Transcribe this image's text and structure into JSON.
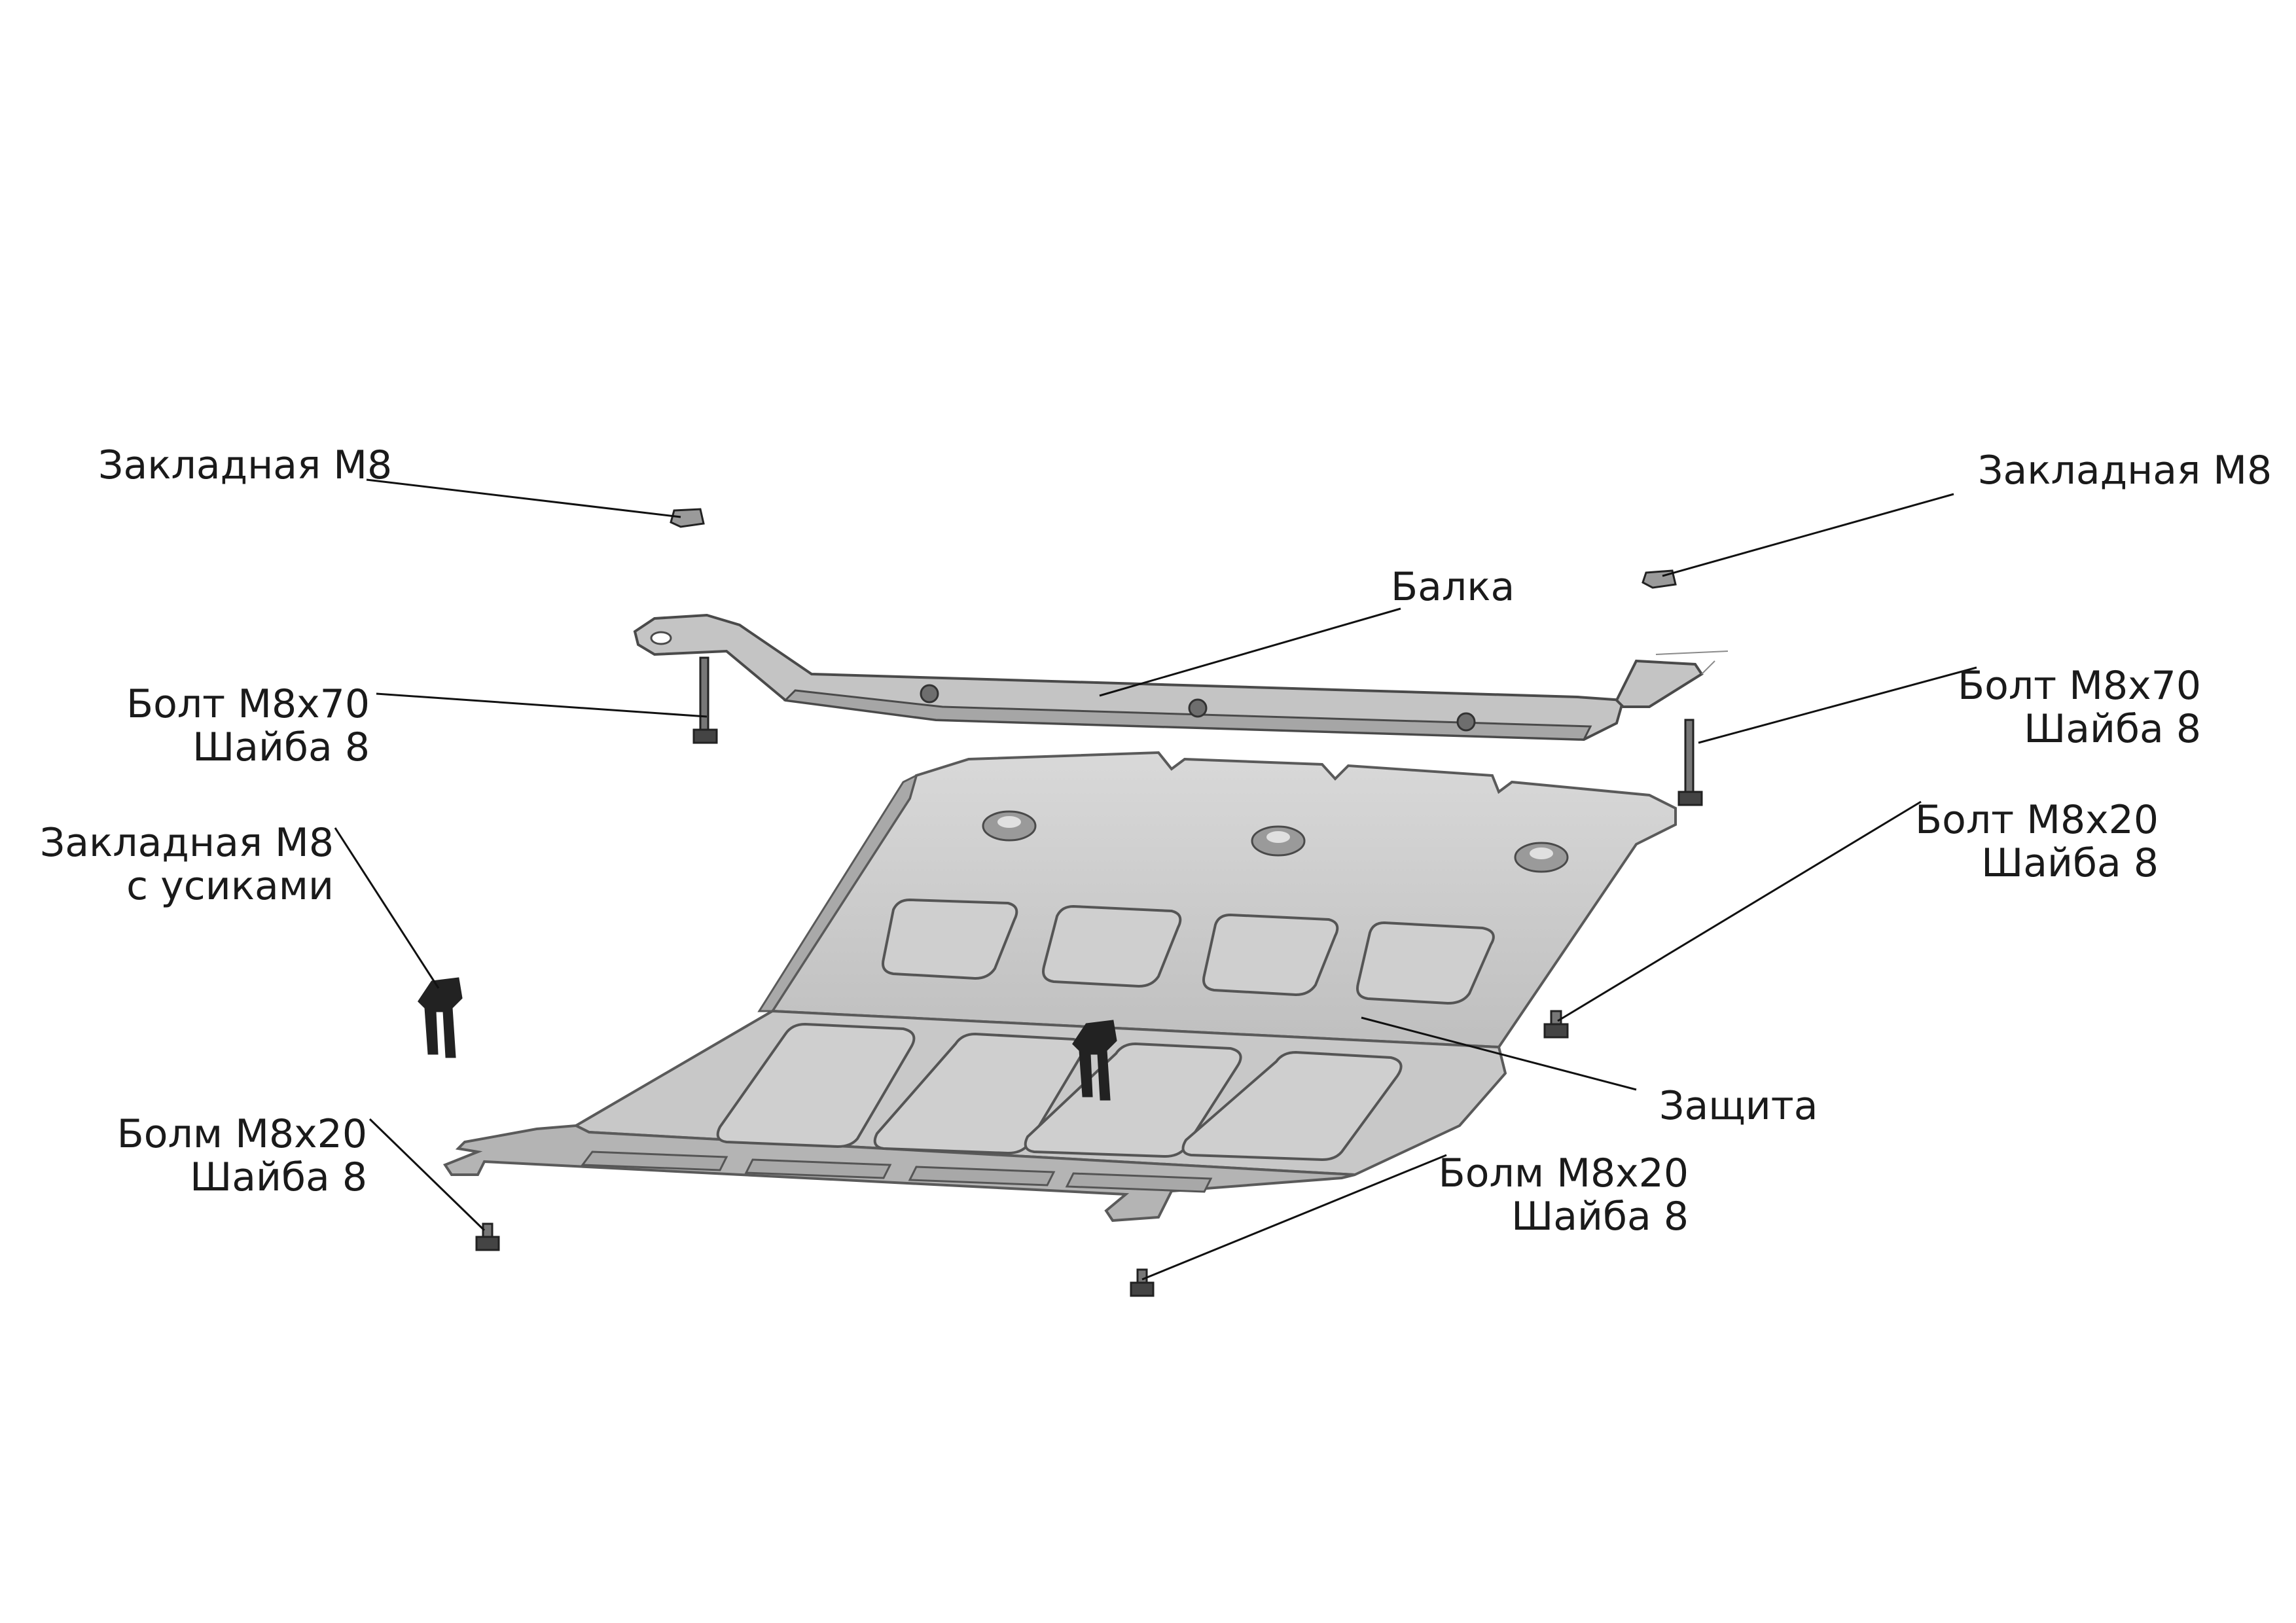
{
  "labels": {
    "insert_tl": "Закладная М8",
    "insert_tr": "Закладная М8",
    "beam": "Балка",
    "bolt70_left": {
      "line1": "Болт М8х70",
      "line2": "Шайба 8"
    },
    "bolt70_right": {
      "line1": "Болт М8х70",
      "line2": "Шайба 8"
    },
    "insert_whiskers": {
      "line1": "Закладная М8",
      "line2": "с усиками"
    },
    "bolt20_right": {
      "line1": "Болт М8х20",
      "line2": "Шайба 8"
    },
    "guard": "Защита",
    "bolt20_bottom_left": {
      "line1": "Болм М8х20",
      "line2": "Шайба 8"
    },
    "bolt20_bottom_mid": {
      "line1": "Болм М8х20",
      "line2": "Шайба 8"
    }
  },
  "colors": {
    "metal_top": "#d4d4d4",
    "metal_face": "#bdbdbd",
    "metal_edge": "#5a5a5a",
    "cutout": "#c9c9c9",
    "leader": "#111111",
    "hardware": "#3a3a3a"
  }
}
